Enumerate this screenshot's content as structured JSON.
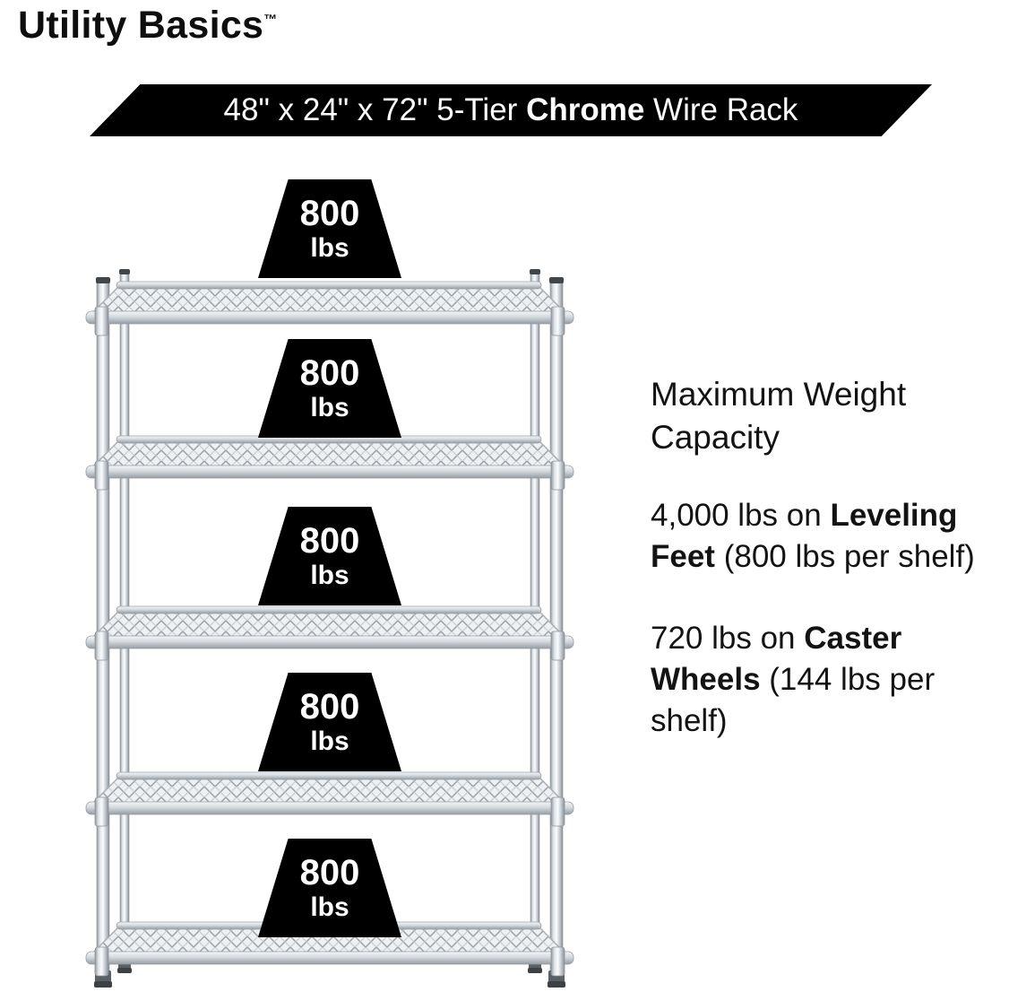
{
  "brand": {
    "name": "Utility Basics",
    "trademark": "™"
  },
  "banner": {
    "size_text": "48\" x 24\" x 72\" 5-Tier ",
    "bold_text": "Chrome",
    "rest_text": " Wire Rack"
  },
  "shelf_badges": [
    {
      "value": "800",
      "unit": "lbs"
    },
    {
      "value": "800",
      "unit": "lbs"
    },
    {
      "value": "800",
      "unit": "lbs"
    },
    {
      "value": "800",
      "unit": "lbs"
    },
    {
      "value": "800",
      "unit": "lbs"
    }
  ],
  "info_panel": {
    "heading": "Maximum Weight Capacity",
    "leveling": {
      "pre": "4,000 lbs on ",
      "bold": "Leveling Feet",
      "post": " (800 lbs per shelf)"
    },
    "caster": {
      "pre": "720 lbs on ",
      "bold": "Caster Wheels",
      "post": " (144 lbs per shelf)"
    }
  },
  "colors": {
    "banner_bg": "#000000",
    "badge_bg": "#000000",
    "body_text": "#141414",
    "background": "#ffffff"
  }
}
